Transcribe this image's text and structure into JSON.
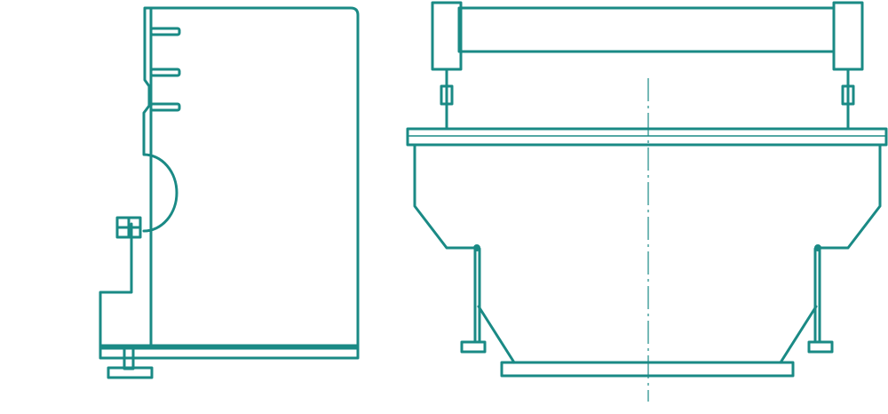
{
  "drawing": {
    "line_color": "#1a8a85",
    "background": "#ffffff",
    "views": [
      {
        "name": "side-view",
        "parts": [
          "main-housing",
          "wall-brackets",
          "half-round-cutout",
          "side-clamp",
          "base-plate",
          "foot"
        ]
      },
      {
        "name": "front-view",
        "parts": [
          "top-cross-beam",
          "left-beam-support",
          "right-beam-support",
          "left-tie-rod",
          "right-tie-rod",
          "top-flange",
          "hopper-body",
          "outlet-plate",
          "left-leg",
          "right-leg",
          "center-line"
        ]
      }
    ]
  }
}
